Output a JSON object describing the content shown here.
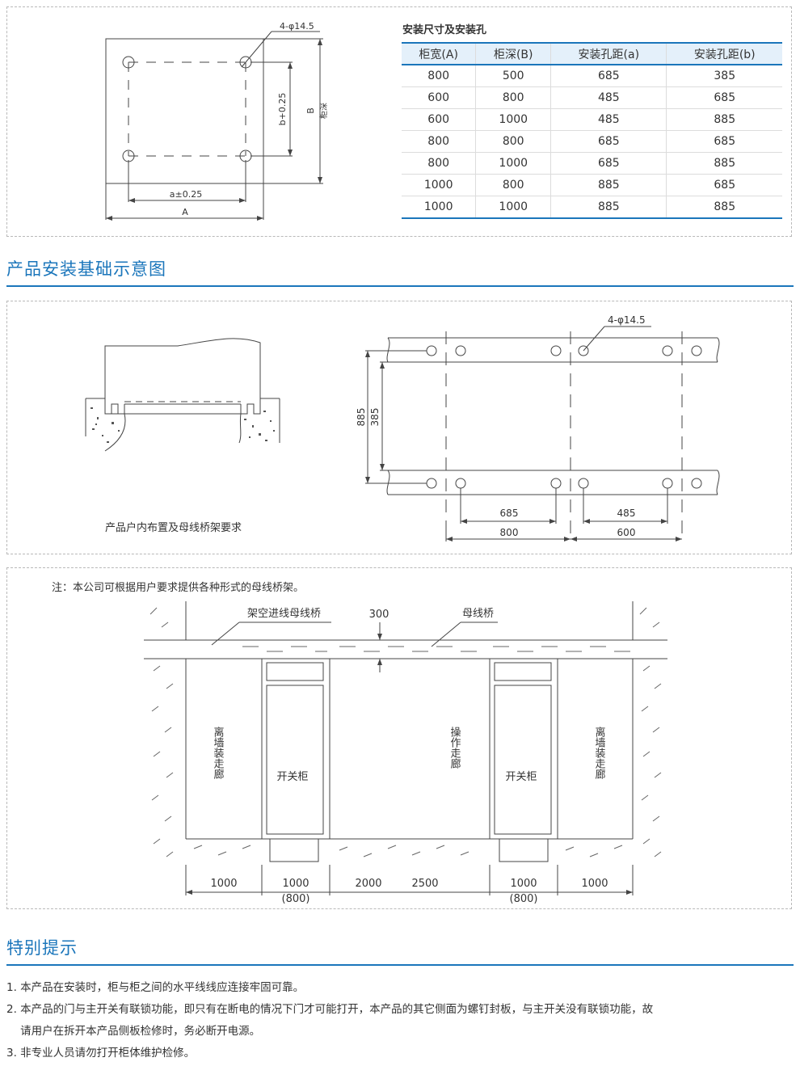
{
  "install_table": {
    "title": "安装尺寸及安装孔",
    "headers": [
      "柜宽(A)",
      "柜深(B)",
      "安装孔距(a)",
      "安装孔距(b)"
    ],
    "rows": [
      [
        "800",
        "500",
        "685",
        "385"
      ],
      [
        "600",
        "800",
        "485",
        "685"
      ],
      [
        "600",
        "1000",
        "485",
        "885"
      ],
      [
        "800",
        "800",
        "685",
        "685"
      ],
      [
        "800",
        "1000",
        "685",
        "885"
      ],
      [
        "1000",
        "800",
        "885",
        "685"
      ],
      [
        "1000",
        "1000",
        "885",
        "885"
      ]
    ]
  },
  "fig1": {
    "hole_label": "4-φ14.5",
    "a_label": "a±0.25",
    "A_label": "A",
    "b_label": "b+0.25",
    "B_label": "B",
    "depth_label": "柜深"
  },
  "section1_title": "产品安装基础示意图",
  "fig2": {
    "caption": "产品户内布置及母线桥架要求",
    "hole_label": "4-φ14.5",
    "v885": "885",
    "v385": "385",
    "d685": "685",
    "d800": "800",
    "d485": "485",
    "d600": "600"
  },
  "fig3": {
    "note": "注：本公司可根据用户要求提供各种形式的母线桥架。",
    "overhead_label": "架空进线母线桥",
    "dim300": "300",
    "busbar_label": "母线桥",
    "corridor_wall": "离墙装走廊",
    "corridor_op": "操作走廊",
    "switch_cabinet": "开关柜",
    "dims": [
      "1000",
      "1000",
      "2000",
      "2500",
      "1000",
      "1000"
    ],
    "dims_alt": [
      "(800)",
      "(800)"
    ]
  },
  "section2_title": "特别提示",
  "tips": [
    "1. 本产品在安装时，柜与柜之间的水平线线应连接牢固可靠。",
    "2. 本产品的门与主开关有联锁功能，即只有在断电的情况下门才可能打开，本产品的其它侧面为螺钉封板，与主开关没有联锁功能，故",
    "    请用户在拆开本产品侧板检修时，务必断开电源。",
    "3. 非专业人员请勿打开柜体维护检修。"
  ]
}
